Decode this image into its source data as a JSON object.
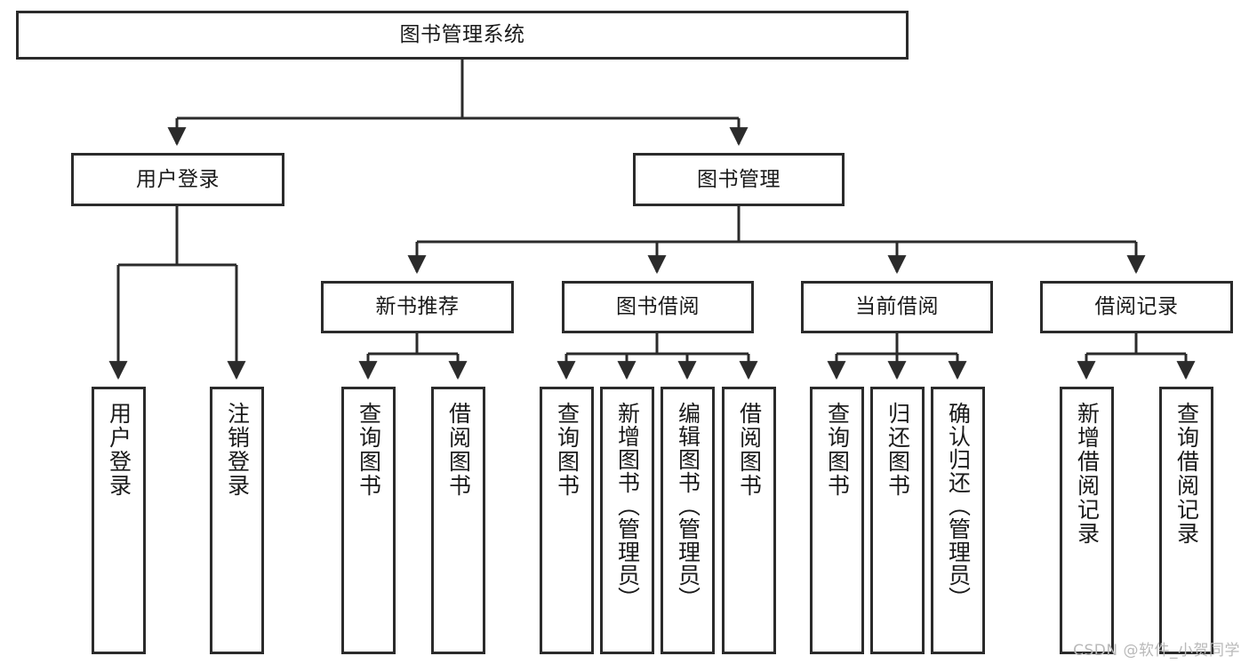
{
  "diagram": {
    "type": "tree-hierarchy",
    "title": "图书管理系统",
    "root": {
      "label": "图书管理系统"
    },
    "level2": [
      {
        "label": "用户登录"
      },
      {
        "label": "图书管理"
      }
    ],
    "level3": [
      {
        "label": "新书推荐"
      },
      {
        "label": "图书借阅"
      },
      {
        "label": "当前借阅"
      },
      {
        "label": "借阅记录"
      }
    ],
    "leaves": {
      "user_login": [
        {
          "label": "用户登录"
        },
        {
          "label": "注销登录"
        }
      ],
      "new_book_recommend": [
        {
          "label": "查询图书"
        },
        {
          "label": "借阅图书"
        }
      ],
      "book_borrow": [
        {
          "label": "查询图书"
        },
        {
          "label": "新增图书（管理员）"
        },
        {
          "label": "编辑图书（管理员）"
        },
        {
          "label": "借阅图书"
        }
      ],
      "current_borrow": [
        {
          "label": "查询图书"
        },
        {
          "label": "归还图书"
        },
        {
          "label": "确认归还（管理员）"
        }
      ],
      "borrow_record": [
        {
          "label": "新增借阅记录"
        },
        {
          "label": "查询借阅记录"
        }
      ]
    }
  },
  "watermark": {
    "text": "CSDN @软件_小贺同学"
  },
  "colors": {
    "stroke": "#2b2b2b",
    "background": "#ffffff",
    "text": "#1a1a1a",
    "watermark": "#b9b9b9"
  }
}
